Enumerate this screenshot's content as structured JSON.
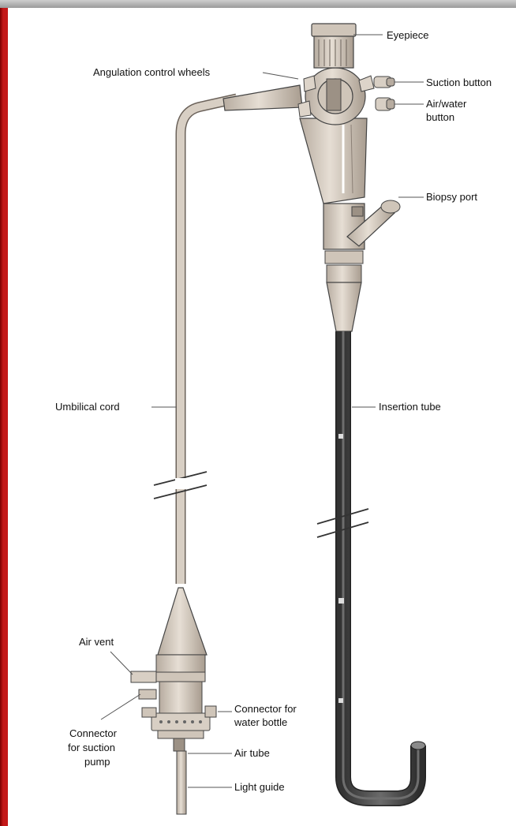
{
  "diagram": {
    "labels": {
      "eyepiece": "Eyepiece",
      "angulation": "Angulation control wheels",
      "suction_button": "Suction button",
      "airwater_1": "Air/water",
      "airwater_2": "button",
      "biopsy": "Biopsy port",
      "umbilical": "Umbilical cord",
      "insertion": "Insertion tube",
      "airvent": "Air vent",
      "suction_pump_1": "Connector",
      "suction_pump_2": "for suction",
      "suction_pump_3": "pump",
      "water_bottle_1": "Connector for",
      "water_bottle_2": "water bottle",
      "airtube": "Air tube",
      "lightguide": "Light guide"
    },
    "colors": {
      "frame": "#c41818",
      "body_fill": "#d8cfc4",
      "body_shade": "#b7aca0",
      "insertion_tube": "#4a4a4a",
      "outline": "#444444"
    }
  }
}
